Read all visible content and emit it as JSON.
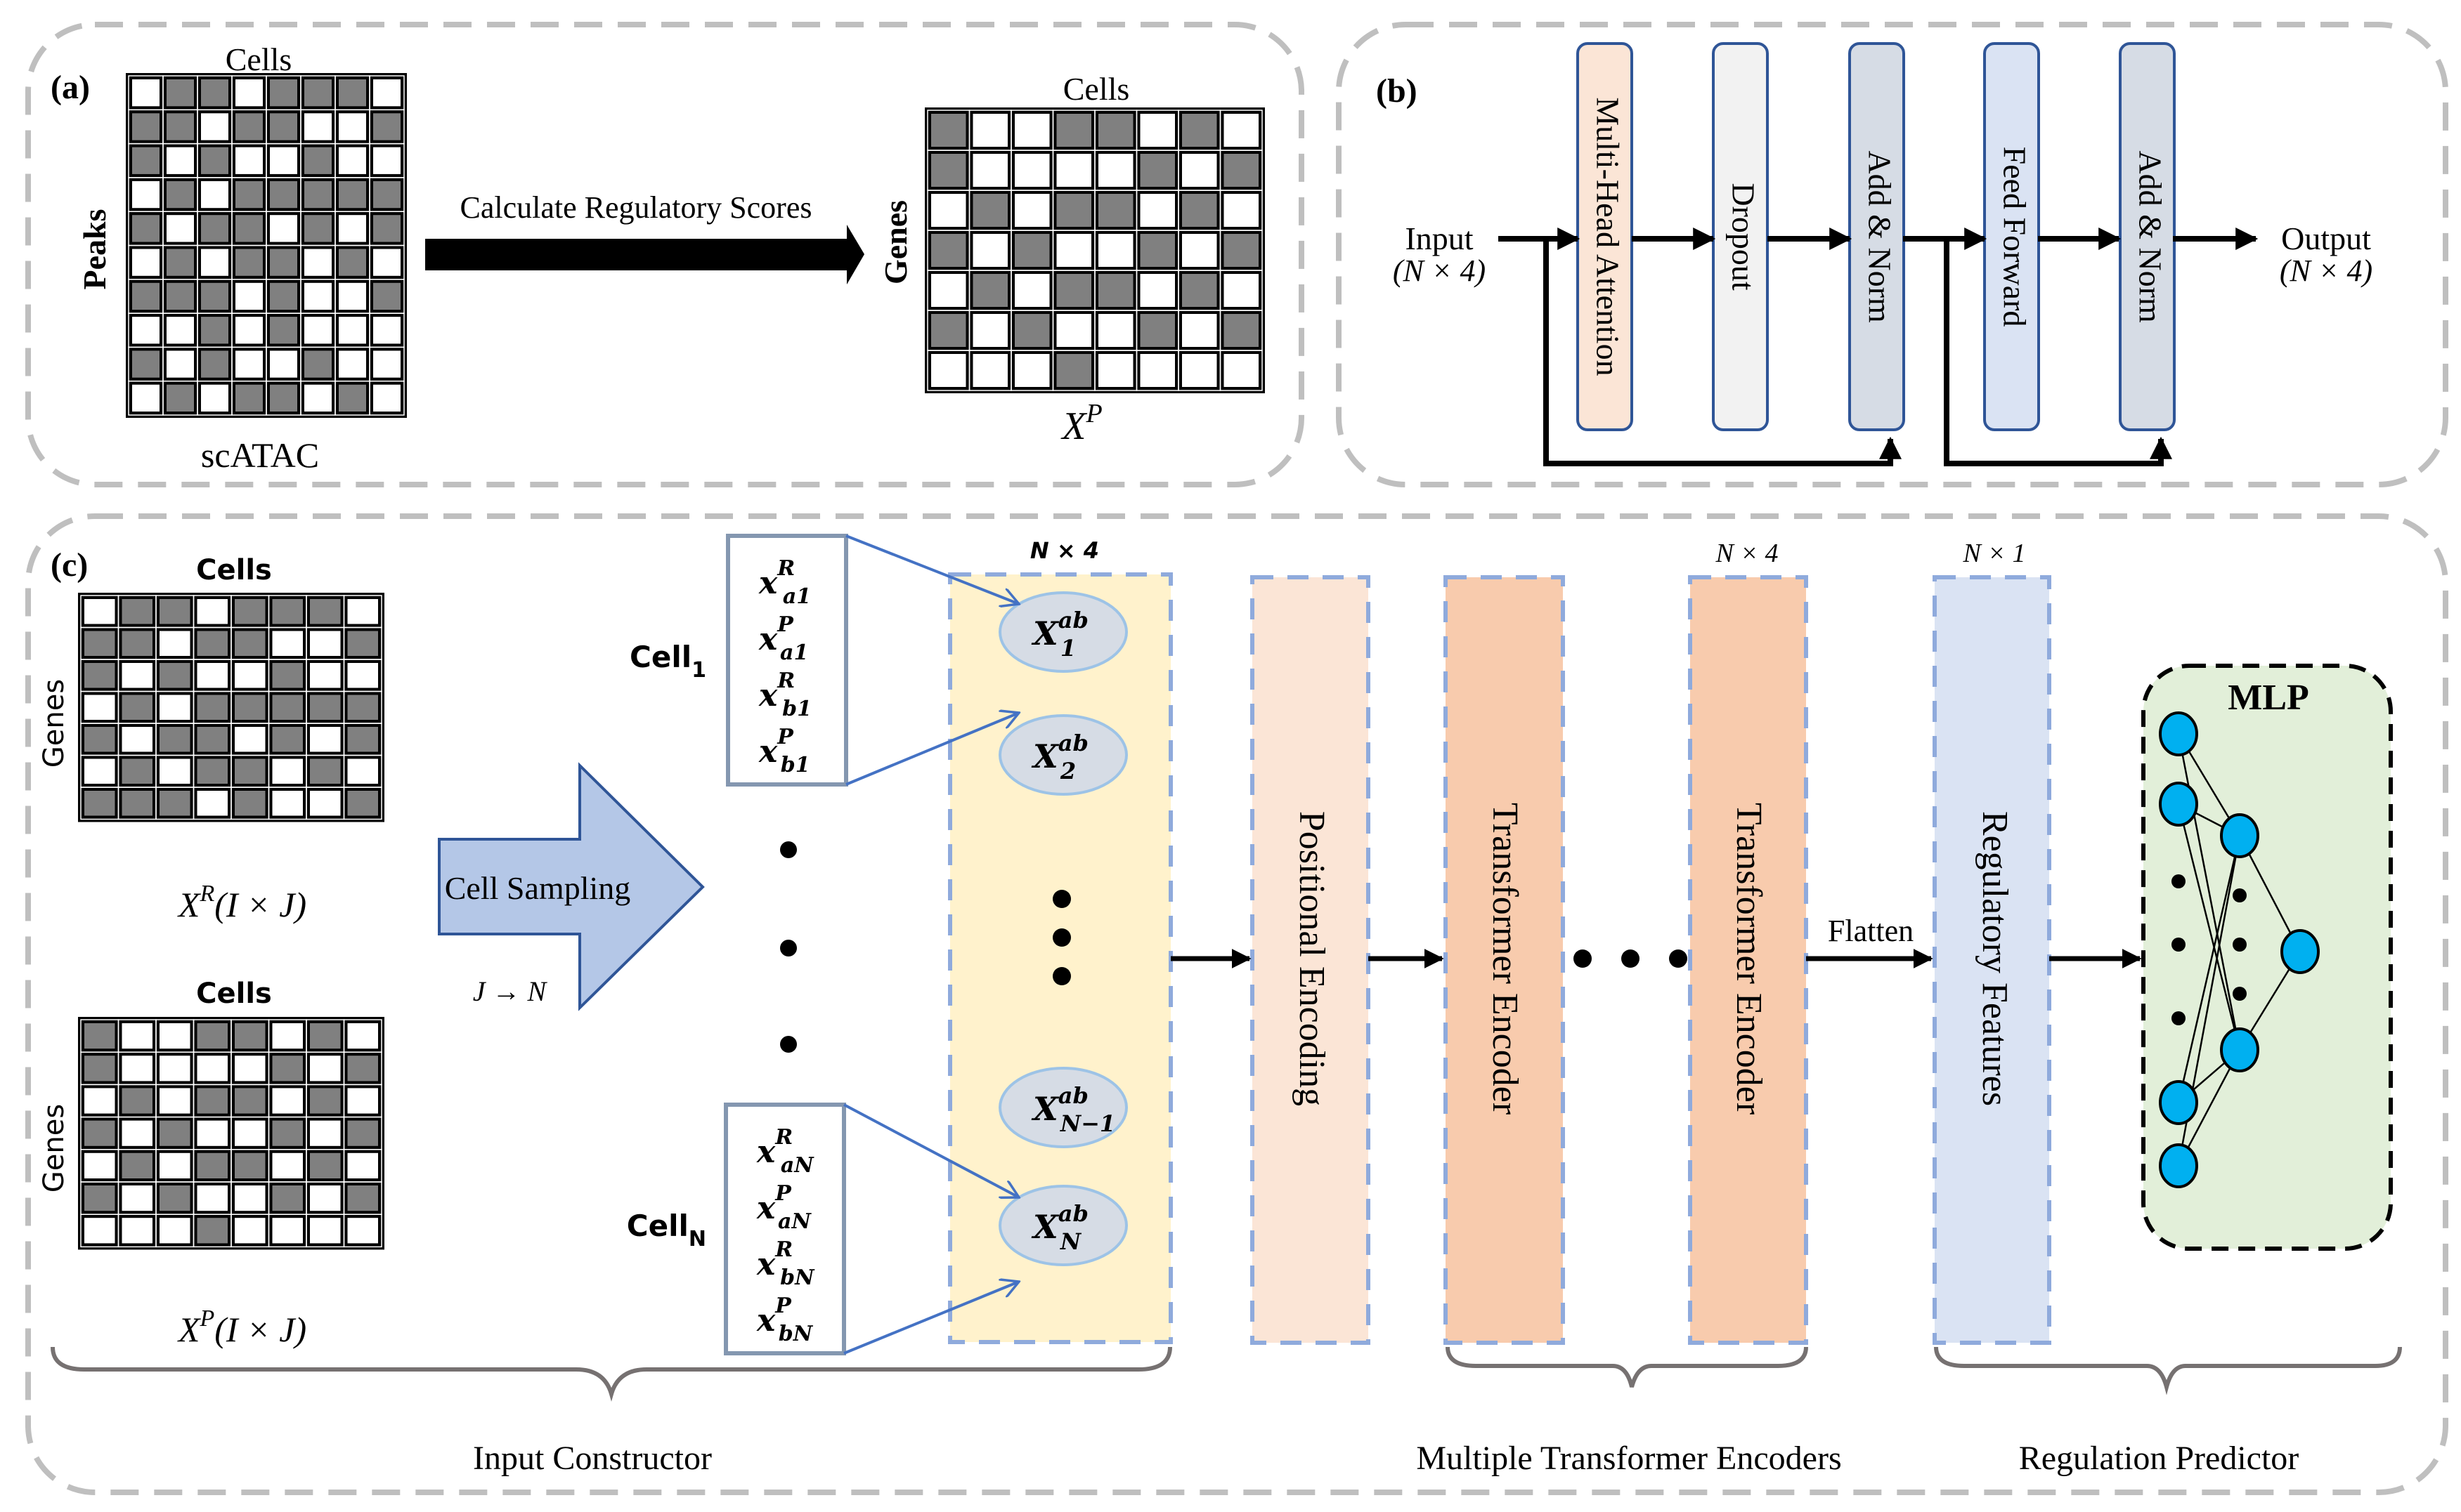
{
  "panel_a": {
    "label": "(a)",
    "left_matrix": {
      "top_label": "Cells",
      "side_label": "Peaks",
      "bottom_label": "scATAC",
      "cells": [
        [
          0,
          1,
          1,
          0,
          1,
          1,
          1,
          0
        ],
        [
          1,
          1,
          0,
          1,
          1,
          0,
          0,
          1
        ],
        [
          1,
          0,
          1,
          0,
          0,
          1,
          0,
          0
        ],
        [
          0,
          1,
          0,
          1,
          1,
          1,
          1,
          1
        ],
        [
          1,
          0,
          1,
          1,
          0,
          1,
          0,
          1
        ],
        [
          0,
          1,
          0,
          1,
          1,
          0,
          1,
          0
        ],
        [
          1,
          1,
          1,
          0,
          1,
          0,
          0,
          1
        ],
        [
          0,
          0,
          1,
          0,
          1,
          0,
          0,
          0
        ],
        [
          1,
          0,
          1,
          0,
          0,
          1,
          0,
          0
        ],
        [
          0,
          1,
          0,
          1,
          1,
          0,
          1,
          0
        ]
      ]
    },
    "arrow_label": "Calculate Regulatory Scores",
    "right_matrix": {
      "top_label": "Cells",
      "side_label": "Genes",
      "bottom_label_base": "X",
      "bottom_label_sup": "P",
      "cells": [
        [
          1,
          0,
          0,
          1,
          1,
          0,
          1,
          0
        ],
        [
          1,
          0,
          0,
          0,
          0,
          1,
          0,
          1
        ],
        [
          0,
          1,
          0,
          1,
          1,
          0,
          1,
          0
        ],
        [
          1,
          0,
          1,
          0,
          0,
          1,
          0,
          1
        ],
        [
          0,
          1,
          0,
          1,
          1,
          0,
          1,
          0
        ],
        [
          1,
          0,
          1,
          0,
          0,
          1,
          0,
          1
        ],
        [
          0,
          0,
          0,
          1,
          0,
          0,
          0,
          0
        ]
      ]
    }
  },
  "panel_b": {
    "label": "(b)",
    "input_label": "Input",
    "input_dim": "(N × 4)",
    "output_label": "Output",
    "output_dim": "(N × 4)",
    "blocks": [
      {
        "label": "Multi-Head Attention",
        "fill": "#fbe5d6"
      },
      {
        "label": "Dropout",
        "fill": "#f2f2f2"
      },
      {
        "label": "Add & Norm",
        "fill": "#d6dce5"
      },
      {
        "label": "Feed Forward",
        "fill": "#dae3f3"
      },
      {
        "label": "Add & Norm",
        "fill": "#d6dce5"
      }
    ]
  },
  "panel_c": {
    "label": "(c)",
    "xr_matrix": {
      "top_label": "Cells",
      "side_label": "Genes",
      "caption_base": "X",
      "caption_sup": "R",
      "caption_rest": "(I × J)",
      "cells": [
        [
          0,
          1,
          1,
          0,
          1,
          1,
          1,
          0
        ],
        [
          1,
          1,
          0,
          1,
          1,
          0,
          0,
          1
        ],
        [
          1,
          0,
          1,
          0,
          0,
          1,
          0,
          0
        ],
        [
          0,
          1,
          0,
          1,
          1,
          1,
          1,
          1
        ],
        [
          1,
          0,
          1,
          1,
          0,
          1,
          0,
          1
        ],
        [
          0,
          1,
          0,
          1,
          1,
          0,
          1,
          0
        ],
        [
          1,
          1,
          1,
          0,
          1,
          0,
          0,
          1
        ]
      ]
    },
    "xp_matrix": {
      "top_label": "Cells",
      "side_label": "Genes",
      "caption_base": "X",
      "caption_sup": "P",
      "caption_rest": "(I × J)",
      "cells": [
        [
          1,
          0,
          0,
          1,
          1,
          0,
          1,
          0
        ],
        [
          1,
          0,
          0,
          0,
          0,
          1,
          0,
          1
        ],
        [
          0,
          1,
          0,
          1,
          1,
          0,
          1,
          0
        ],
        [
          1,
          0,
          1,
          0,
          0,
          1,
          0,
          1
        ],
        [
          0,
          1,
          0,
          1,
          1,
          0,
          1,
          0
        ],
        [
          1,
          0,
          1,
          0,
          0,
          1,
          0,
          1
        ],
        [
          0,
          0,
          0,
          1,
          0,
          0,
          0,
          0
        ]
      ]
    },
    "sampling_arrow": {
      "label": "Cell Sampling",
      "sub": "J → N",
      "fill": "#b4c7e7"
    },
    "cell_1": {
      "label": "Cell",
      "sub": "1",
      "entries": [
        {
          "base": "x",
          "sup": "R",
          "sub": "a1"
        },
        {
          "base": "x",
          "sup": "P",
          "sub": "a1"
        },
        {
          "base": "x",
          "sup": "R",
          "sub": "b1"
        },
        {
          "base": "x",
          "sup": "P",
          "sub": "b1"
        }
      ]
    },
    "cell_n": {
      "label": "Cell",
      "sub": "N",
      "entries": [
        {
          "base": "x",
          "sup": "R",
          "sub": "aN"
        },
        {
          "base": "x",
          "sup": "P",
          "sub": "aN"
        },
        {
          "base": "x",
          "sup": "R",
          "sub": "bN"
        },
        {
          "base": "x",
          "sup": "P",
          "sub": "bN"
        }
      ]
    },
    "input_block": {
      "dim": "N × 4",
      "nodes": [
        {
          "base": "X",
          "sup": "ab",
          "sub": "1"
        },
        {
          "base": "X",
          "sup": "ab",
          "sub": "2"
        },
        {
          "base": "X",
          "sup": "ab",
          "sub": "N−1"
        },
        {
          "base": "X",
          "sup": "ab",
          "sub": "N"
        }
      ]
    },
    "positional_encoding": "Positional Encoding",
    "encoder_1": "Transformer Encoder",
    "encoder_2": "Transformer Encoder",
    "encoder_dim": "N × 4",
    "flatten_label": "Flatten",
    "regulatory_features": "Regulatory Features",
    "regulatory_dim": "N × 1",
    "mlp_label": "MLP",
    "groups": {
      "input_constructor": "Input Constructor",
      "encoders": "Multiple Transformer Encoders",
      "predictor": "Regulation Predictor"
    },
    "colors": {
      "input_block_fill": "#fff2cc",
      "positional_fill": "#fbe5d6",
      "encoder_fill": "#f8cbad",
      "features_fill": "#dae3f3",
      "mlp_fill": "#e2efd9",
      "node_fill": "#00b0f0",
      "dashed_border": "#8faadc",
      "ellipse_fill": "#d6dce5"
    }
  }
}
